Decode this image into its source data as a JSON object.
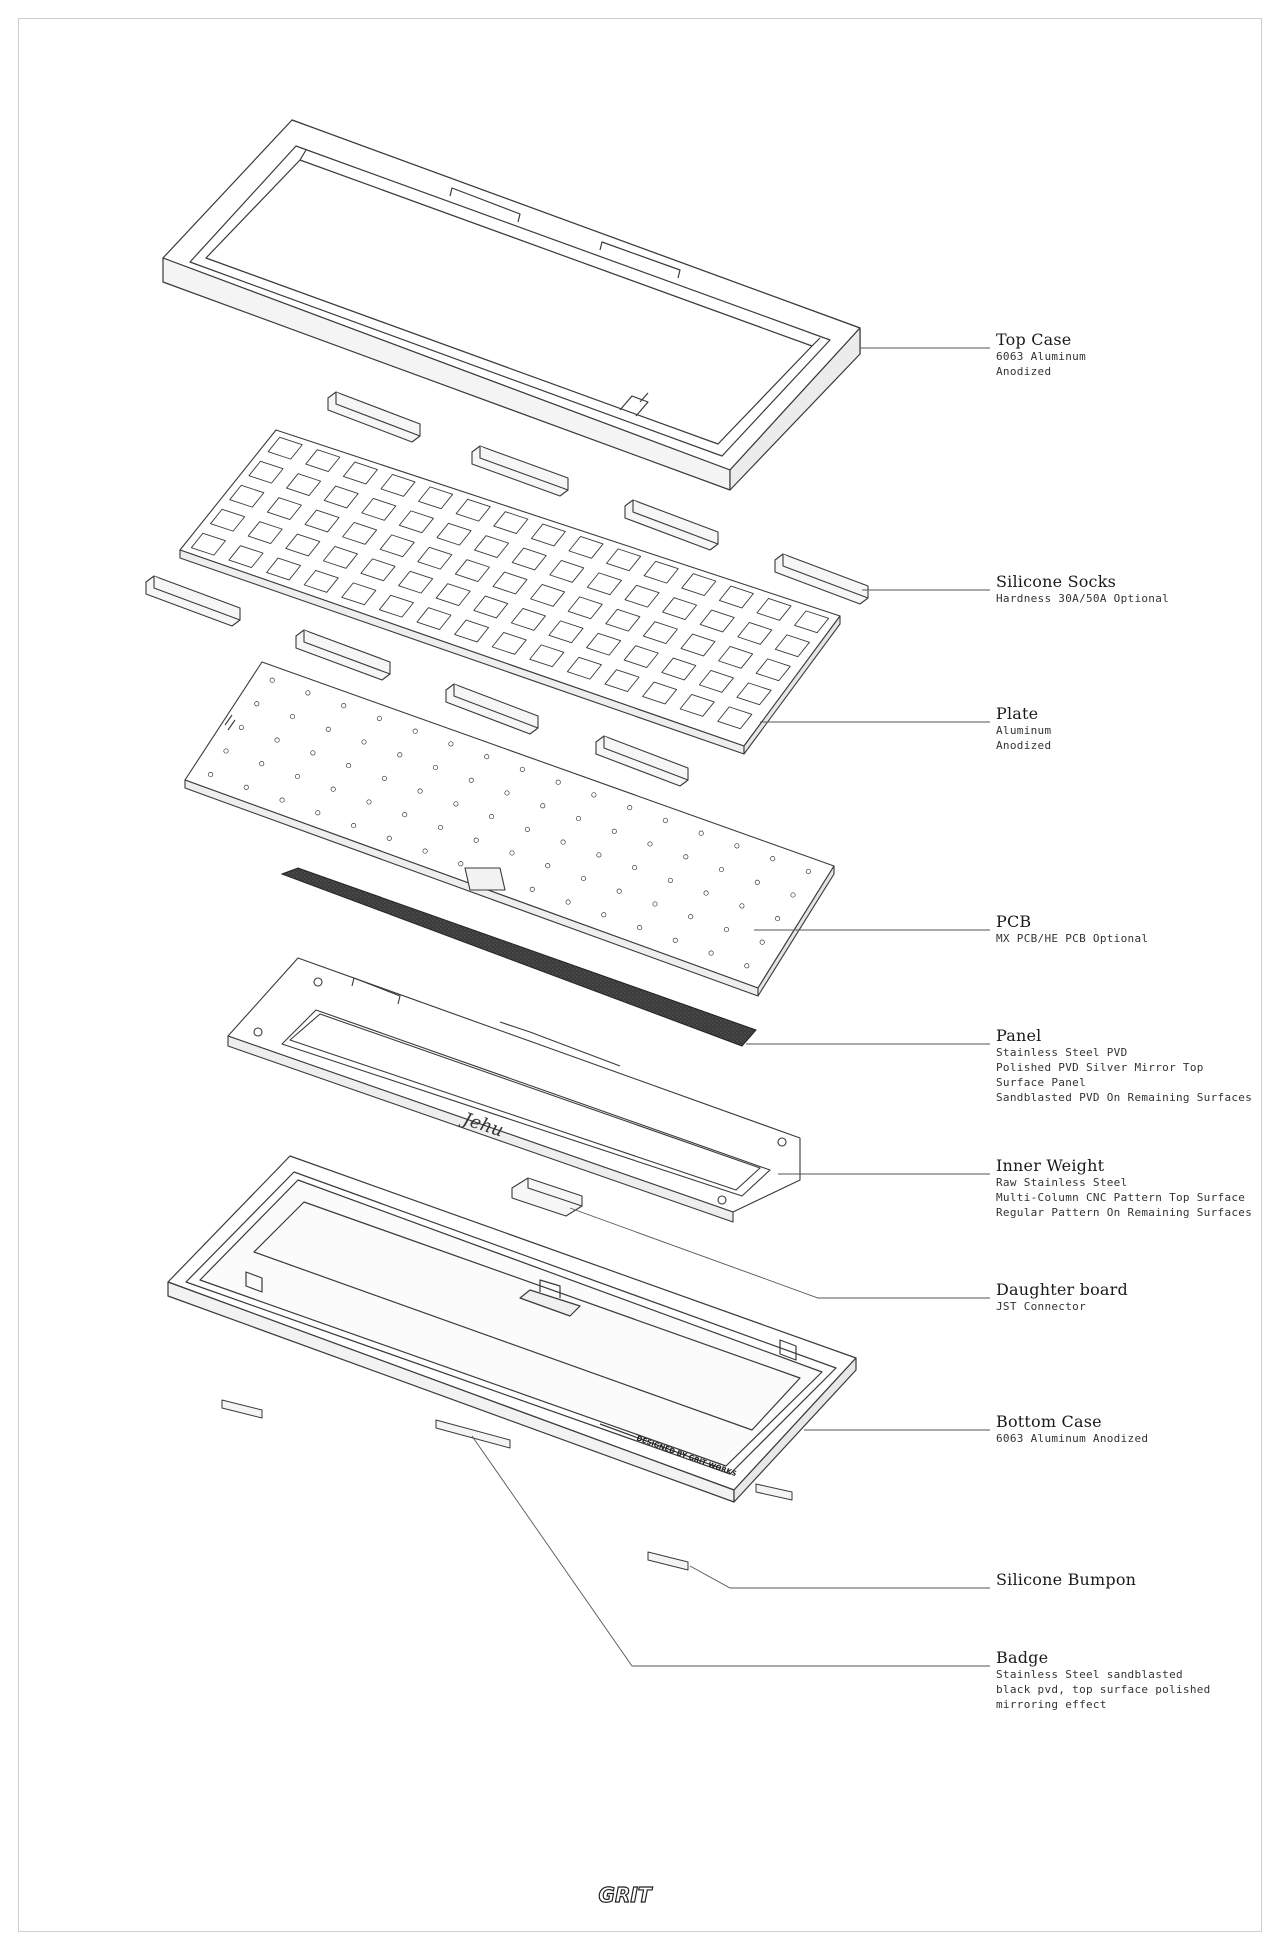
{
  "brand": {
    "logo_text": "GRIT"
  },
  "engravings": {
    "panel_signature": "Jehu",
    "bottom_case_text": "DESIGNED BY GRIT WORKS"
  },
  "callouts": [
    {
      "id": "top-case",
      "title": "Top Case",
      "lines": [
        "6063 Aluminum",
        "Anodized"
      ]
    },
    {
      "id": "silicone-socks",
      "title": "Silicone Socks",
      "lines": [
        "Hardness 30A/50A Optional"
      ]
    },
    {
      "id": "plate",
      "title": "Plate",
      "lines": [
        "Aluminum",
        "Anodized"
      ]
    },
    {
      "id": "pcb",
      "title": "PCB",
      "lines": [
        "MX PCB/HE PCB Optional"
      ]
    },
    {
      "id": "panel",
      "title": "Panel",
      "lines": [
        "Stainless Steel PVD",
        "Polished PVD Silver Mirror Top",
        "Surface Panel",
        "Sandblasted PVD On Remaining Surfaces"
      ]
    },
    {
      "id": "inner-weight",
      "title": "Inner Weight",
      "lines": [
        "Raw Stainless Steel",
        "Multi-Column CNC Pattern Top Surface",
        "Regular Pattern On Remaining Surfaces"
      ]
    },
    {
      "id": "daughter-board",
      "title": "Daughter board",
      "lines": [
        "JST Connector"
      ]
    },
    {
      "id": "bottom-case",
      "title": "Bottom Case",
      "lines": [
        "6063 Aluminum Anodized"
      ]
    },
    {
      "id": "silicone-bumpon",
      "title": "Silicone Bumpon",
      "lines": []
    },
    {
      "id": "badge",
      "title": "Badge",
      "lines": [
        "Stainless Steel sandblasted",
        "black pvd, top surface polished",
        "mirroring effect"
      ]
    }
  ],
  "colors": {
    "line": "#3a3a3a",
    "leader": "#555555",
    "text": "#1a1a1a",
    "pcb_foam": "#3b3b3b",
    "frame": "#cfcfcf"
  }
}
